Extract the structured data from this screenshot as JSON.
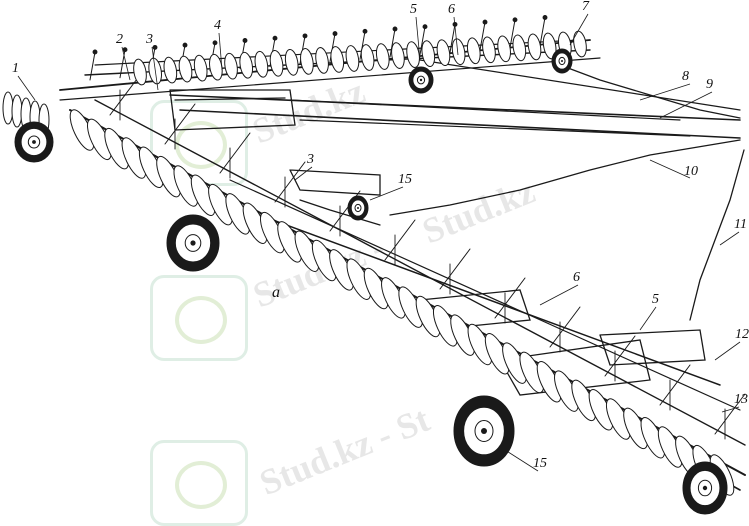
{
  "figure": {
    "caption_letter": "a",
    "callouts": [
      "1",
      "2",
      "3",
      "4",
      "5",
      "6",
      "7",
      "8",
      "9",
      "10",
      "11",
      "12",
      "13",
      "15",
      "3",
      "15",
      "6",
      "5",
      "15"
    ],
    "watermark": {
      "text": "Stud.kz - Stud.kz",
      "logo": "hummingbird-logo",
      "color": "#aaaaaa"
    },
    "line_color": "#1a1a1a",
    "background": "#ffffff"
  }
}
